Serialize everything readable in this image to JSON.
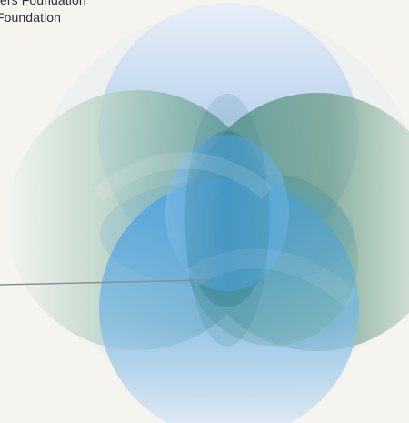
{
  "labels": {
    "top_line": "tters Foundation",
    "second_line": "Foundation"
  },
  "colors": {
    "background": "#f6f4ef",
    "teal": "#4f9aa0",
    "green": "#4a8f73",
    "blue": "#4d9fd8",
    "light_blue": "#a9c8ea",
    "leader_line": "#8a8f93"
  },
  "diagram": {
    "type": "overlapping-circles",
    "circle_count": 5
  }
}
